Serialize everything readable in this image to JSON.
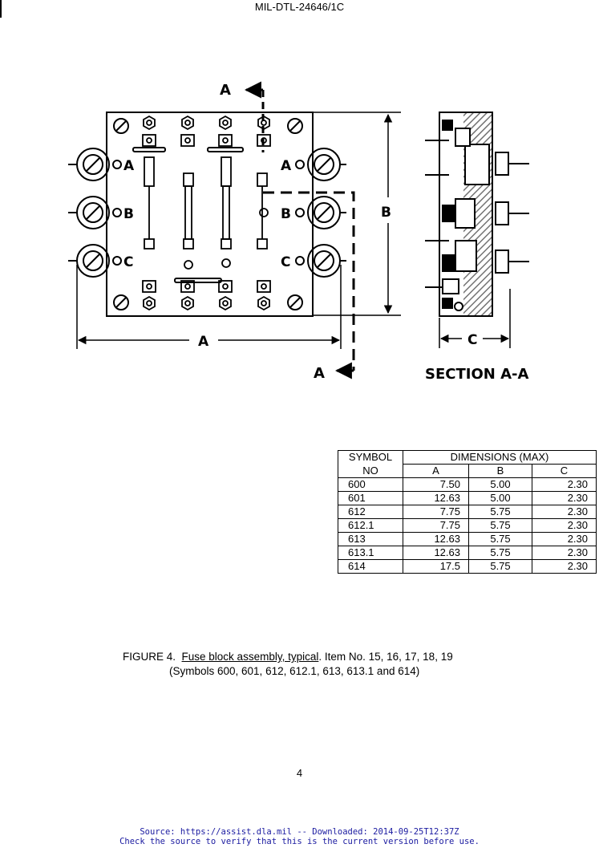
{
  "header": {
    "doc_id": "MIL-DTL-24646/1C"
  },
  "drawing": {
    "cut_label": "A",
    "dim_a_label": "A",
    "dim_b_label": "B",
    "dim_c_label": "C",
    "terminal_labels": [
      "A",
      "B",
      "C"
    ],
    "section_title": "SECTION A-A"
  },
  "table": {
    "col_symbol_l1": "SYMBOL",
    "col_symbol_l2": "NO",
    "col_dims": "DIMENSIONS (MAX)",
    "col_a": "A",
    "col_b": "B",
    "col_c": "C",
    "rows": [
      {
        "symbol": "600",
        "a": "7.50",
        "b": "5.00",
        "c": "2.30"
      },
      {
        "symbol": "601",
        "a": "12.63",
        "b": "5.00",
        "c": "2.30"
      },
      {
        "symbol": "612",
        "a": "7.75",
        "b": "5.75",
        "c": "2.30"
      },
      {
        "symbol": "612.1",
        "a": "7.75",
        "b": "5.75",
        "c": "2.30"
      },
      {
        "symbol": "613",
        "a": "12.63",
        "b": "5.75",
        "c": "2.30"
      },
      {
        "symbol": "613.1",
        "a": "12.63",
        "b": "5.75",
        "c": "2.30"
      },
      {
        "symbol": "614",
        "a": "17.5",
        "b": "5.75",
        "c": "2.30"
      }
    ]
  },
  "caption": {
    "figure_no": "FIGURE 4.",
    "title": "Fuse block assembly, typical",
    "items": ".  Item No.  15, 16, 17, 18, 19",
    "symbols": "(Symbols 600, 601, 612, 612.1, 613, 613.1 and 614)"
  },
  "page_number": "4",
  "source_line1": "Source: https://assist.dla.mil -- Downloaded: 2014-09-25T12:37Z",
  "source_line2": "Check the source to verify that this is the current version before use."
}
